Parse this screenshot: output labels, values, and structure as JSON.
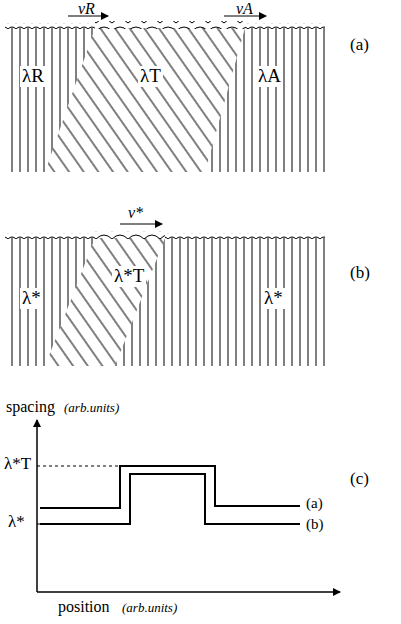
{
  "diagram": {
    "labels": [
      "vR",
      "vA",
      "λR",
      "λT",
      "λA",
      "(a)",
      "v*",
      "λ*",
      "λ*T",
      "λ*",
      "(b)",
      "spacing",
      "(arb.units)",
      "λ*T",
      "λ*",
      "(a)",
      "(b)",
      "position",
      "(arb.units)",
      "(c)"
    ]
  }
}
